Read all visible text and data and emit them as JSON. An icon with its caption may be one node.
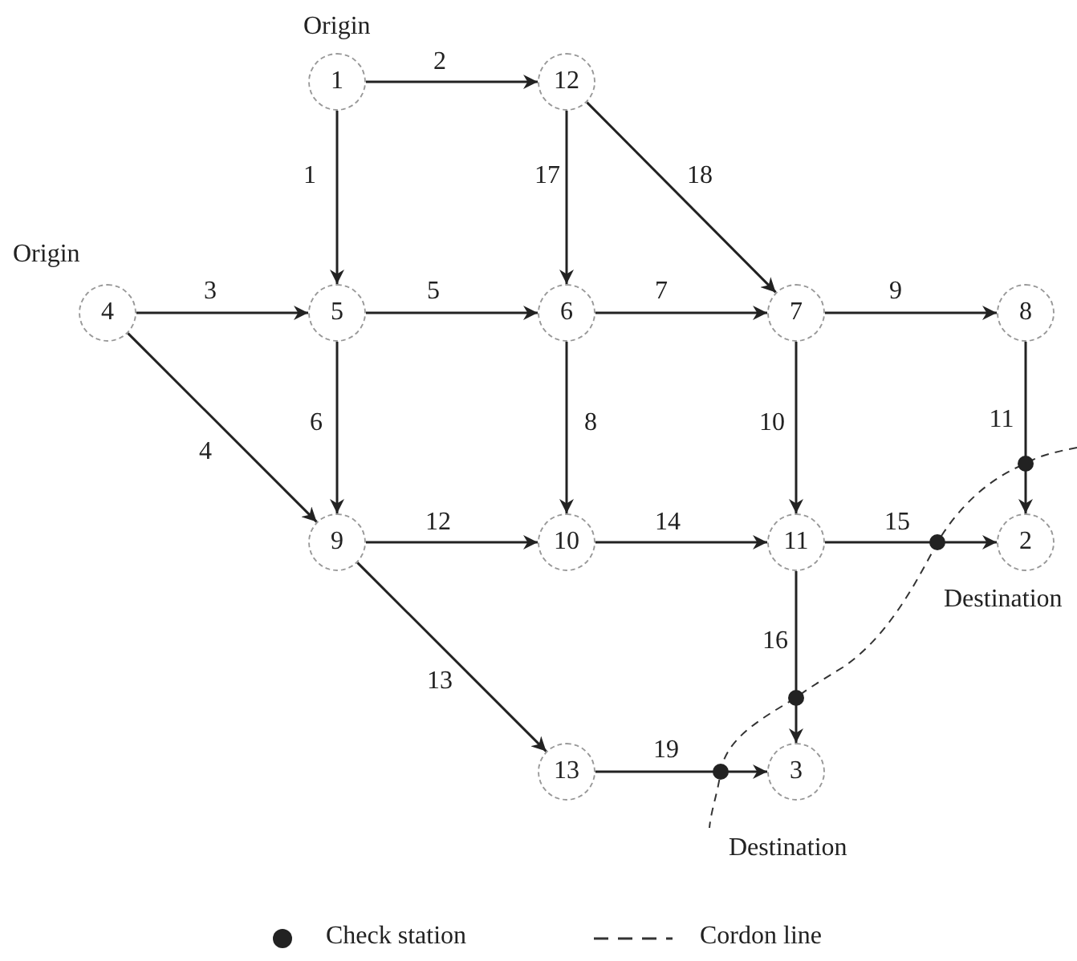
{
  "diagram": {
    "nodes": [
      {
        "text": [
          "1"
        ],
        "beside": [
          "Origin"
        ]
      },
      {
        "text": [
          "12"
        ]
      },
      {
        "text": [
          "4"
        ],
        "beside": [
          "Origin"
        ]
      },
      {
        "text": [
          "5"
        ]
      },
      {
        "text": [
          "6"
        ]
      },
      {
        "text": [
          "7"
        ]
      },
      {
        "text": [
          "8"
        ]
      },
      {
        "text": [
          "9"
        ]
      },
      {
        "text": [
          "10"
        ]
      },
      {
        "text": [
          "11"
        ]
      },
      {
        "text": [
          "2"
        ],
        "beside": [
          "Destination"
        ]
      },
      {
        "text": [
          "13"
        ]
      },
      {
        "text": [
          "3"
        ],
        "beside": [
          "Destination"
        ]
      }
    ],
    "edges": [
      {
        "from": 0,
        "to": 3,
        "arrow": "to",
        "label": "1"
      },
      {
        "from": 0,
        "to": 1,
        "arrow": "to",
        "label": "2"
      },
      {
        "from": 2,
        "to": 3,
        "arrow": "to",
        "label": "3"
      },
      {
        "from": 2,
        "to": 7,
        "arrow": "to",
        "label": "4"
      },
      {
        "from": 3,
        "to": 4,
        "arrow": "to",
        "label": "5"
      },
      {
        "from": 3,
        "to": 7,
        "arrow": "to",
        "label": "6"
      },
      {
        "from": 4,
        "to": 5,
        "arrow": "to",
        "label": "7"
      },
      {
        "from": 4,
        "to": 8,
        "arrow": "to",
        "label": "8"
      },
      {
        "from": 5,
        "to": 6,
        "arrow": "to",
        "label": "9"
      },
      {
        "from": 5,
        "to": 9,
        "arrow": "to",
        "label": "10"
      },
      {
        "from": 6,
        "to": 10,
        "arrow": "to",
        "label": "11"
      },
      {
        "from": 7,
        "to": 8,
        "arrow": "to",
        "label": "12"
      },
      {
        "from": 7,
        "to": 11,
        "arrow": "to",
        "label": "13"
      },
      {
        "from": 8,
        "to": 9,
        "arrow": "to",
        "label": "14"
      },
      {
        "from": 9,
        "to": 10,
        "arrow": "to",
        "label": "15"
      },
      {
        "from": 9,
        "to": 12,
        "arrow": "to",
        "label": "16"
      },
      {
        "from": 1,
        "to": 4,
        "arrow": "to",
        "label": "17"
      },
      {
        "from": 1,
        "to": 5,
        "arrow": "to",
        "label": "18"
      },
      {
        "from": 11,
        "to": 12,
        "arrow": "to",
        "label": "19"
      }
    ],
    "legend": [
      {
        "text": "Check station"
      },
      {
        "text": "Cordon line"
      }
    ]
  }
}
